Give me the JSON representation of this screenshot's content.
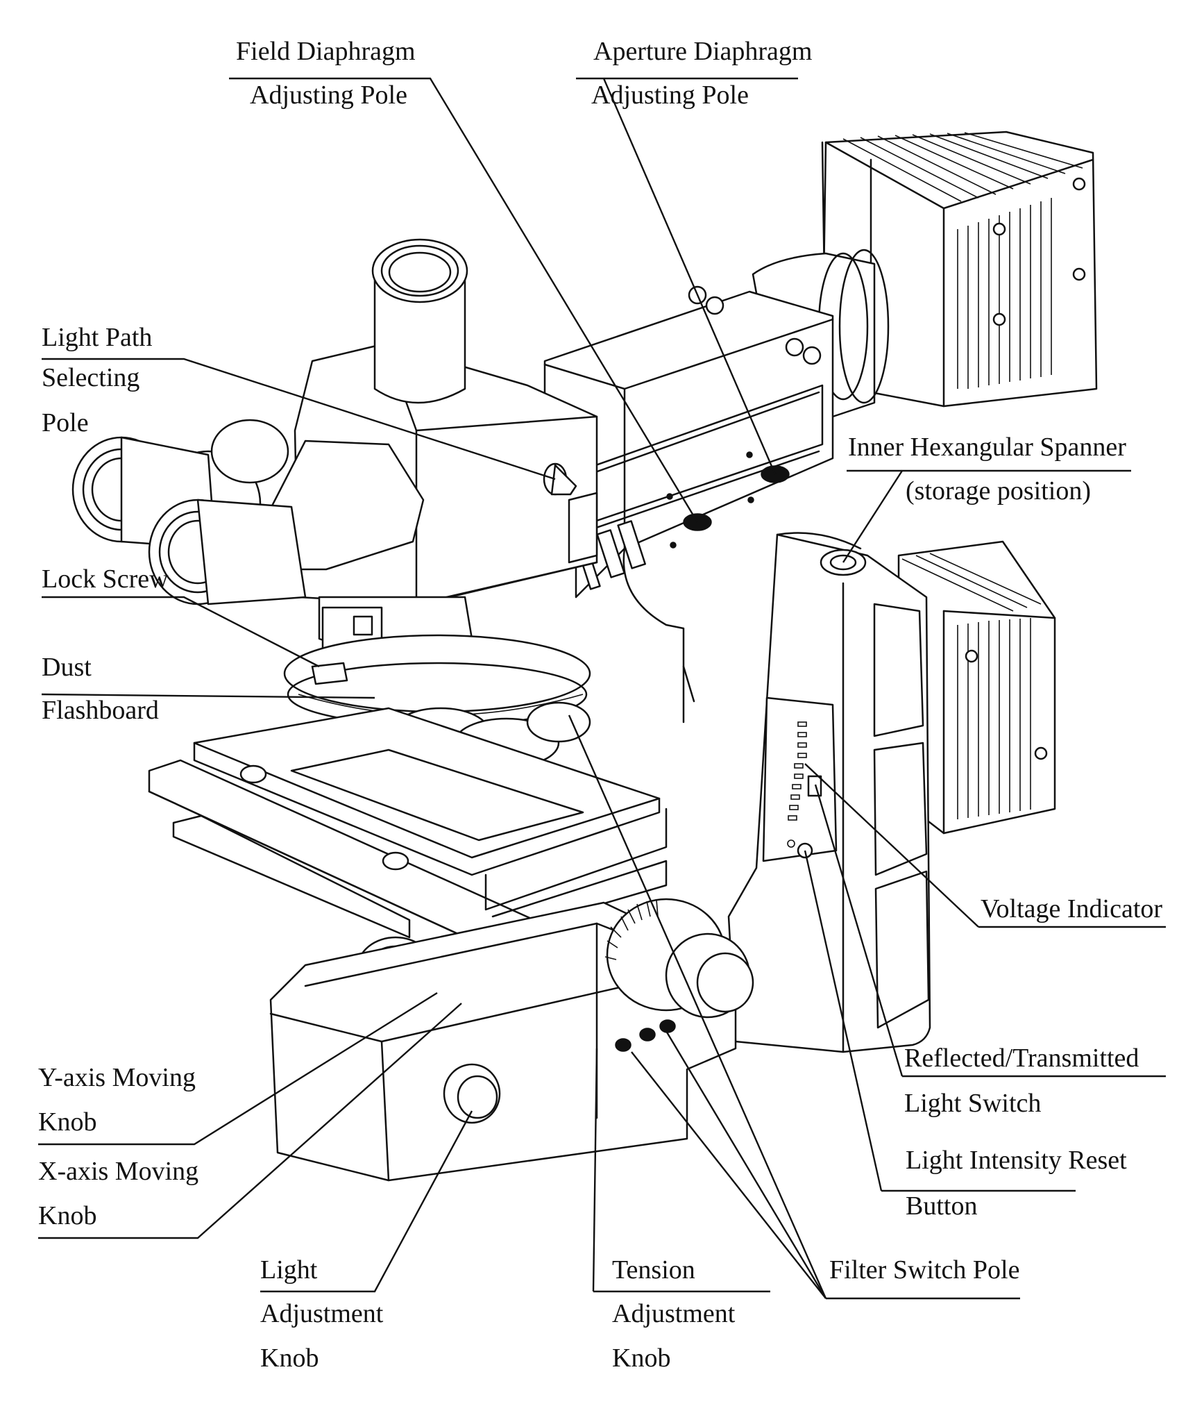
{
  "labels": {
    "field_diaphragm_1": "Field Diaphragm",
    "field_diaphragm_2": "Adjusting Pole",
    "aperture_diaphragm_1": "Aperture  Diaphragm",
    "aperture_diaphragm_2": "Adjusting Pole",
    "light_path_1": "Light Path",
    "light_path_2": "Selecting",
    "light_path_3": "Pole",
    "inner_hex_1": "Inner Hexangular Spanner",
    "inner_hex_2": "(storage position)",
    "lock_screw": "Lock Screw",
    "dust_1": "Dust",
    "dust_2": "Flashboard",
    "voltage_indicator": "Voltage Indicator",
    "reflected_1": "Reflected/Transmitted",
    "reflected_2": "Light Switch",
    "light_reset_1": "Light Intensity Reset",
    "light_reset_2": "Button",
    "y_axis_1": "Y-axis  Moving",
    "y_axis_2": "Knob",
    "x_axis_1": "X-axis   Moving",
    "x_axis_2": "Knob",
    "light_adj_1": "Light",
    "light_adj_2": "Adjustment",
    "light_adj_3": "Knob",
    "tension_1": "Tension",
    "tension_2": "Adjustment",
    "tension_3": "Knob",
    "filter_switch": "Filter Switch Pole"
  }
}
